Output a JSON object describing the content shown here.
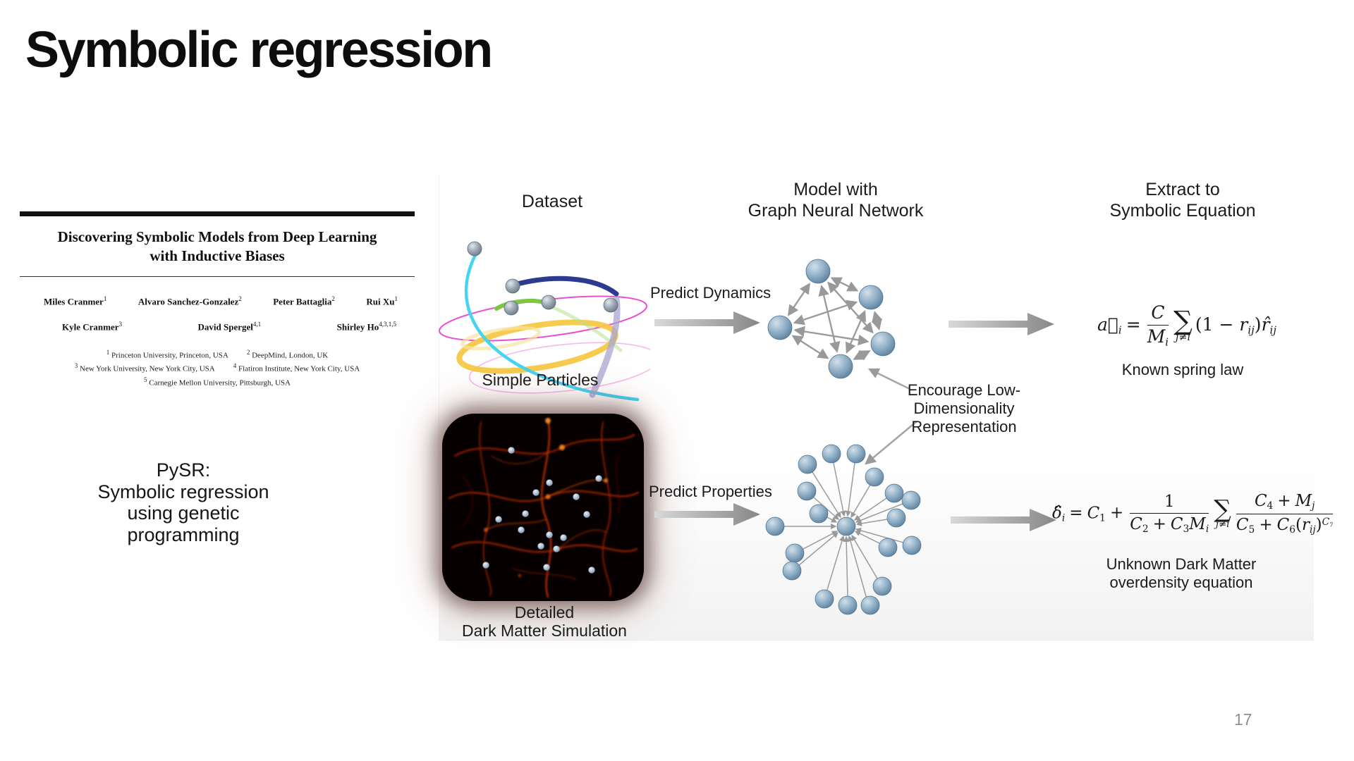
{
  "slide": {
    "title": "Symbolic regression",
    "page_number": "17"
  },
  "paper": {
    "title": "Discovering Symbolic Models from Deep Learning\nwith Inductive Biases",
    "authors_row1": [
      {
        "name": "Miles Cranmer",
        "sup": "1"
      },
      {
        "name": "Alvaro Sanchez-Gonzalez",
        "sup": "2"
      },
      {
        "name": "Peter Battaglia",
        "sup": "2"
      },
      {
        "name": "Rui Xu",
        "sup": "1"
      }
    ],
    "authors_row2": [
      {
        "name": "Kyle Cranmer",
        "sup": "3"
      },
      {
        "name": "David Spergel",
        "sup": "4,1"
      },
      {
        "name": "Shirley Ho",
        "sup": "4,3,1,5"
      }
    ],
    "affiliations": [
      {
        "sup": "1",
        "text": "Princeton University, Princeton, USA"
      },
      {
        "sup": "2",
        "text": "DeepMind, London, UK"
      },
      {
        "sup": "3",
        "text": "New York University, New York City, USA"
      },
      {
        "sup": "4",
        "text": "Flatiron Institute, New York City, USA"
      },
      {
        "sup": "5",
        "text": "Carnegie Mellon University, Pittsburgh, USA"
      }
    ]
  },
  "pysr_note": "PySR:\nSymbolic regression\nusing genetic\nprogramming",
  "diagram": {
    "col_dataset": "Dataset",
    "col_model": "Model with\nGraph Neural Network",
    "col_extract": "Extract to\nSymbolic Equation",
    "label_simple_particles": "Simple Particles",
    "label_dark_matter": "Detailed\nDark Matter Simulation",
    "arrow_dynamics": "Predict Dynamics",
    "arrow_properties": "Predict Properties",
    "encourage": "Encourage Low-Dimensionality\nRepresentation"
  },
  "equations": {
    "spring": {
      "lhs": "a⃗",
      "lhs_sub": "i",
      "rel": "=",
      "num": "C",
      "den": "M",
      "den_sub": "i",
      "sum": "∑",
      "sum_cond": "j≠i",
      "t_open": "(1 − ",
      "t_r": "r",
      "t_r_sub": "ij",
      "t_close": ")",
      "t_rhat": "r̂",
      "t_rhat_sub": "ij",
      "caption": "Known spring law"
    },
    "dark_matter": {
      "lhs": "δ̂",
      "lhs_sub": "i",
      "rel": "=",
      "c1": "C",
      "c1_sub": "1",
      "plus": "+",
      "f1_num": "1",
      "f1_da": "C",
      "f1_da_sub": "2",
      "f1_op": "+",
      "f1_db": "C",
      "f1_db_sub": "3",
      "f1_dc": "M",
      "f1_dc_sub": "i",
      "sum": "∑",
      "sum_cond": "j≠i",
      "f2_na": "C",
      "f2_na_sub": "4",
      "f2_op": "+",
      "f2_nb": "M",
      "f2_nb_sub": "j",
      "f2_da": "C",
      "f2_da_sub": "5",
      "f2_op2": "+",
      "f2_db": "C",
      "f2_db_sub": "6",
      "f2_dc": "(",
      "f2_dd": "r",
      "f2_dd_sub": "ij",
      "f2_de": ")",
      "f2_exp": "C",
      "f2_exp_sub": "7",
      "caption": "Unknown Dark Matter\noverdensity equation"
    }
  },
  "colors": {
    "accent_node_blue": "#8fafc6",
    "arrow_gray": "#9b9b9b",
    "filament_red": "#c03000",
    "page_number_gray": "#8f8f8f"
  }
}
